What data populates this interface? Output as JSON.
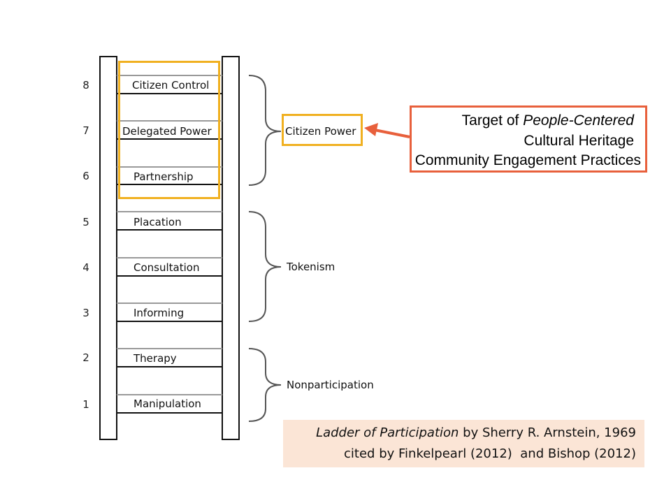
{
  "ladder": {
    "rungs": [
      {
        "num": "8",
        "label": "Citizen Control"
      },
      {
        "num": "7",
        "label": "Delegated Power"
      },
      {
        "num": "6",
        "label": "Partnership"
      },
      {
        "num": "5",
        "label": "Placation"
      },
      {
        "num": "4",
        "label": "Consultation"
      },
      {
        "num": "3",
        "label": "Informing"
      },
      {
        "num": "2",
        "label": "Therapy"
      },
      {
        "num": "1",
        "label": "Manipulation"
      }
    ],
    "groups": {
      "citizen_power": "Citizen Power",
      "tokenism": "Tokenism",
      "nonparticipation": "Nonparticipation"
    }
  },
  "target": {
    "line1_prefix": "Target of ",
    "line1_emph": "People-Centered",
    "line2": "Cultural Heritage",
    "line3": "Community Engagement Practices"
  },
  "citation": {
    "title": "Ladder of Participation",
    "line1_rest": " by Sherry R. Arnstein, 1969",
    "line2": "cited by Finkelpearl (2012)  and Bishop (2012)"
  },
  "colors": {
    "highlight": "#f0b020",
    "arrow": "#e8603c",
    "citation_bg": "#fbe5d6"
  }
}
